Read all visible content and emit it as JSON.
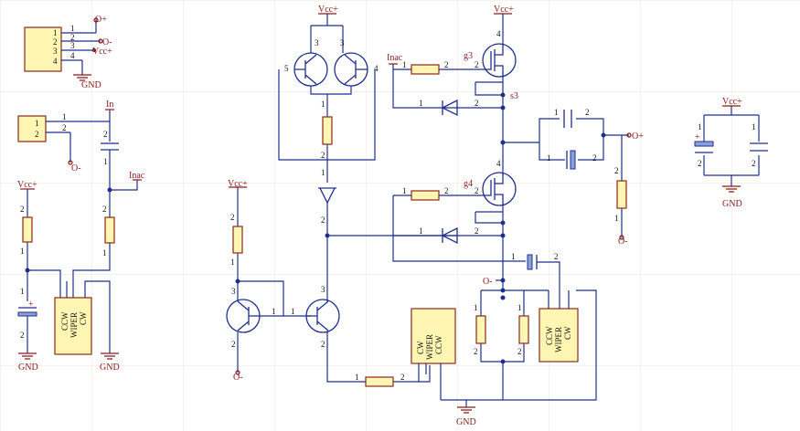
{
  "nets": {
    "vcc": "Vcc+",
    "gnd": "GND",
    "o_plus": "O+",
    "o_minus": "O-",
    "in": "In",
    "inac": "Inac",
    "g3": "g3",
    "g4": "g4",
    "s3": "s3"
  },
  "pot_pins": {
    "ccw": "CCW",
    "wiper": "WIPER",
    "cw": "CW"
  },
  "connectors": {
    "j4_pins": [
      "1",
      "2",
      "3",
      "4"
    ],
    "j2_pins": [
      "1",
      "2"
    ]
  },
  "pin_numbers": {
    "one": "1",
    "two": "2",
    "three": "3",
    "four": "4",
    "five": "5"
  },
  "colors": {
    "wire": "#1f2f8f",
    "component_body": "#fff6b3",
    "body_outline": "#8a2a1a",
    "net_label": "#8a1a1a",
    "grid": "#ece6d6"
  }
}
